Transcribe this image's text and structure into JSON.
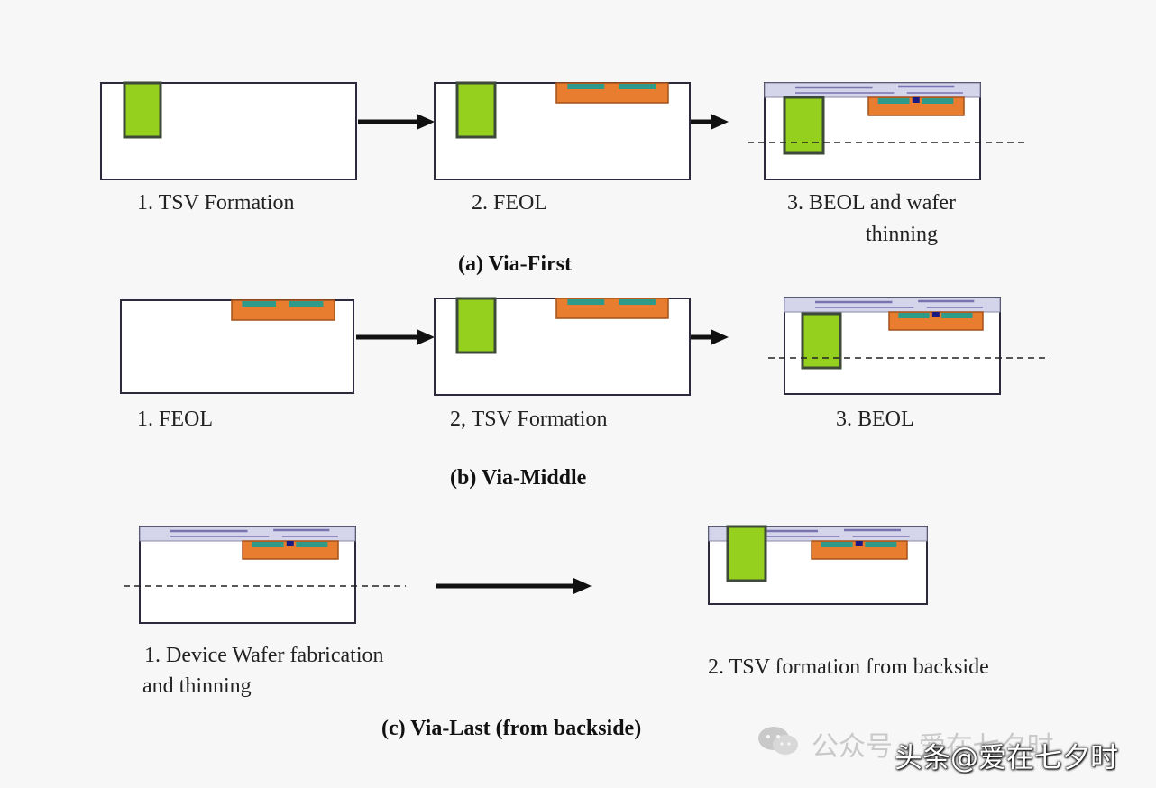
{
  "sections": {
    "a": {
      "title": "(a)  Via-First",
      "steps": [
        "1. TSV Formation",
        "2.  FEOL",
        "3. BEOL and wafer",
        "thinning"
      ]
    },
    "b": {
      "title": "(b) Via-Middle",
      "steps": [
        "1. FEOL",
        "2, TSV Formation",
        "3. BEOL"
      ]
    },
    "c": {
      "title": "(c) Via-Last (from backside)",
      "steps": [
        "1. Device Wafer fabrication",
        "and thinning",
        "2. TSV formation from backside"
      ]
    }
  },
  "watermark": {
    "faded": "公众号 · 爱在七夕时",
    "main": "头条@爱在七夕时",
    "chat_icon": "wechat-icon"
  },
  "colors": {
    "tsv_fill": "#96d01e",
    "tsv_border": "#3d4a3a",
    "feol_fill": "#e87d2f",
    "feol_border": "#a4511a",
    "pad_fill": "#2f9a8a",
    "beol_fill": "#d4d4ea",
    "beol_lines": "#7a73b0",
    "wafer_border": "#2b2b3d"
  }
}
